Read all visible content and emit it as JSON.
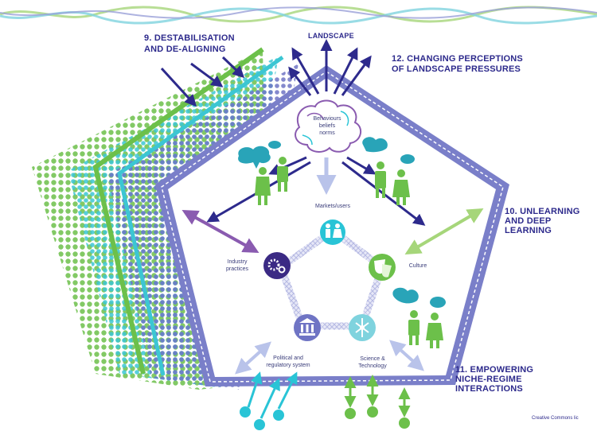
{
  "labels": {
    "landscape": "LANDSCAPE",
    "destab_1": "9. DESTABILISATION",
    "destab_2": "AND DE-ALIGNING",
    "changing_1": "12. CHANGING PERCEPTIONS",
    "changing_2": "OF LANDSCAPE PRESSURES",
    "unlearning_1": "10. UNLEARNING",
    "unlearning_2": "AND DEEP LEARNING",
    "empower_1": "11. EMPOWERING",
    "empower_2": "NICHE-REGIME",
    "empower_3": "INTERACTIONS",
    "license": "Creative Commons lic"
  },
  "nodes": {
    "behaviours_1": "Behaviours",
    "behaviours_2": "beliefs",
    "behaviours_3": "norms",
    "markets": "Markets/users",
    "industry_1": "Industry",
    "industry_2": "practices",
    "culture": "Culture",
    "political_1": "Political and",
    "political_2": "regulatory system",
    "science_1": "Science &",
    "science_2": "Technology"
  },
  "colors": {
    "navy": "#2d2a8c",
    "pentagon": "#7a7fc9",
    "green": "#6cc04a",
    "cyan": "#29c4d6",
    "purple": "#8a5bb0",
    "lightgreen": "#a6d67a"
  }
}
